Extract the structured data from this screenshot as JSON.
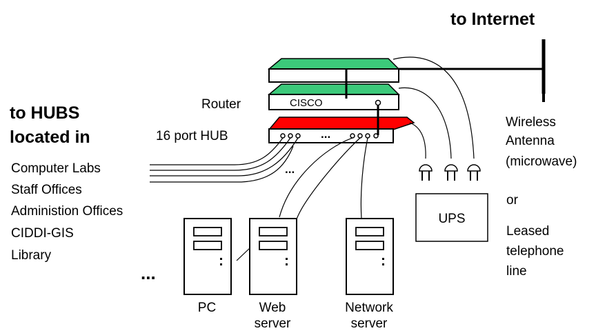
{
  "headings": {
    "internet": "to Internet",
    "hubs_line1": "to HUBS",
    "hubs_line2": "located  in"
  },
  "devices": {
    "router_label": "Router",
    "router_brand": "CISCO",
    "hub_label": "16 port HUB",
    "ups": "UPS",
    "hub_ellipsis": "...",
    "cable_ellipsis": "...",
    "pc_ellipsis": "..."
  },
  "locations": [
    "Computer Labs",
    "Staff Offices",
    "Administion Offices",
    "CIDDI-GIS",
    "Library"
  ],
  "connection_options": {
    "wireless": [
      "Wireless",
      "Antenna",
      "(microwave)"
    ],
    "or": "or",
    "leased": [
      "Leased",
      "telephone",
      "line"
    ]
  },
  "computers": {
    "pc": [
      "PC"
    ],
    "web": [
      "Web",
      "server"
    ],
    "network": [
      "Network",
      "server"
    ]
  },
  "colors": {
    "device_top": "#3cc97a",
    "hub_top": "#ff0000",
    "outline": "#000000"
  }
}
